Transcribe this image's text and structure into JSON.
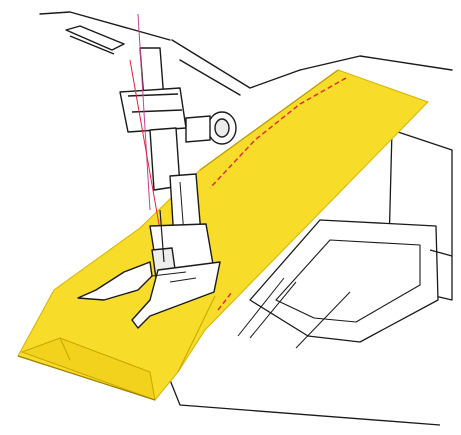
{
  "illustration": {
    "subject": "sewing-machine-presser-foot-stitching-fabric",
    "colors": {
      "background": "#ffffff",
      "fabric": "#f7dc2a",
      "fabric_edge": "#d8b400",
      "line_art": "#1a1a1a",
      "thread_red": "#e0243c",
      "thread_pink": "#c8428a",
      "metal_light": "#ffffff",
      "metal_shade": "#d9d9d9"
    },
    "icons": [
      "sewing-machine-arm",
      "needle-bar",
      "presser-foot",
      "needle-plate",
      "fabric-strip",
      "stitch-line",
      "thumb-screw"
    ]
  }
}
